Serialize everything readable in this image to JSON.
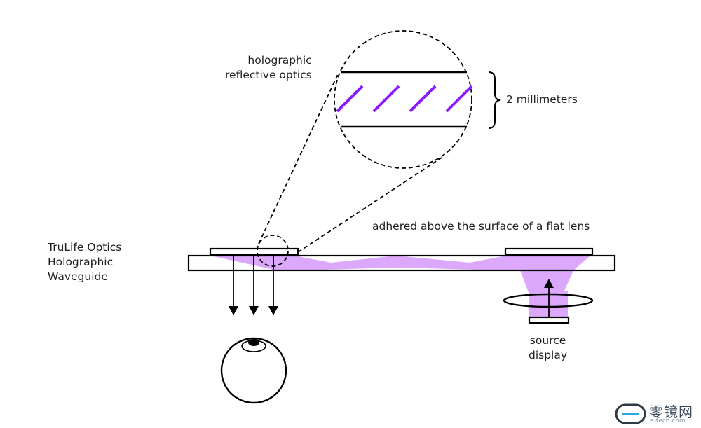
{
  "labels": {
    "holographic_optics": "holographic\nreflective optics",
    "thickness": "2 millimeters",
    "adhered": "adhered above the surface of a flat lens",
    "waveguide": "TruLife Optics\nHolographic\nWaveguide",
    "source_display": "source\ndisplay"
  },
  "colors": {
    "light": "#dca8fb",
    "grating": "#8c1aff",
    "line": "#000000"
  },
  "watermark": {
    "cn": "零镜网",
    "en": "e-tech.com"
  }
}
